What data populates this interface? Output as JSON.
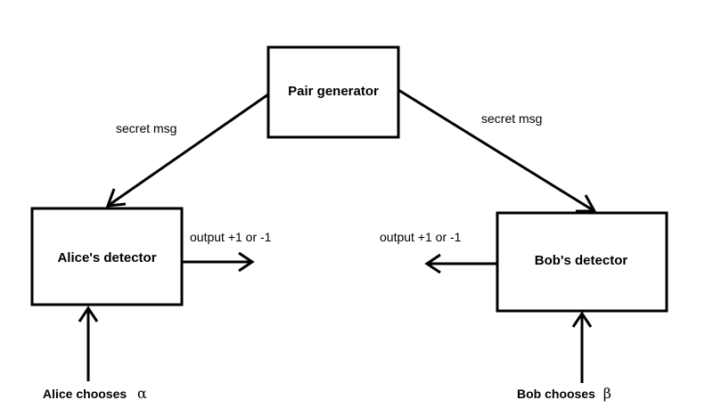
{
  "nodes": {
    "pair_generator": {
      "label": "Pair generator"
    },
    "alice_detector": {
      "label": "Alice's detector"
    },
    "bob_detector": {
      "label": "Bob's detector"
    }
  },
  "edges": {
    "generator_to_alice": {
      "label": "secret msg"
    },
    "generator_to_bob": {
      "label": "secret msg"
    }
  },
  "outputs": {
    "alice_output": {
      "label": "output +1 or -1"
    },
    "bob_output": {
      "label": "output +1 or -1"
    }
  },
  "inputs": {
    "alice_choice": {
      "label": "Alice chooses",
      "symbol": "α"
    },
    "bob_choice": {
      "label": "Bob chooses",
      "symbol": "β"
    }
  },
  "colors": {
    "stroke": "#000000",
    "background": "#ffffff"
  }
}
